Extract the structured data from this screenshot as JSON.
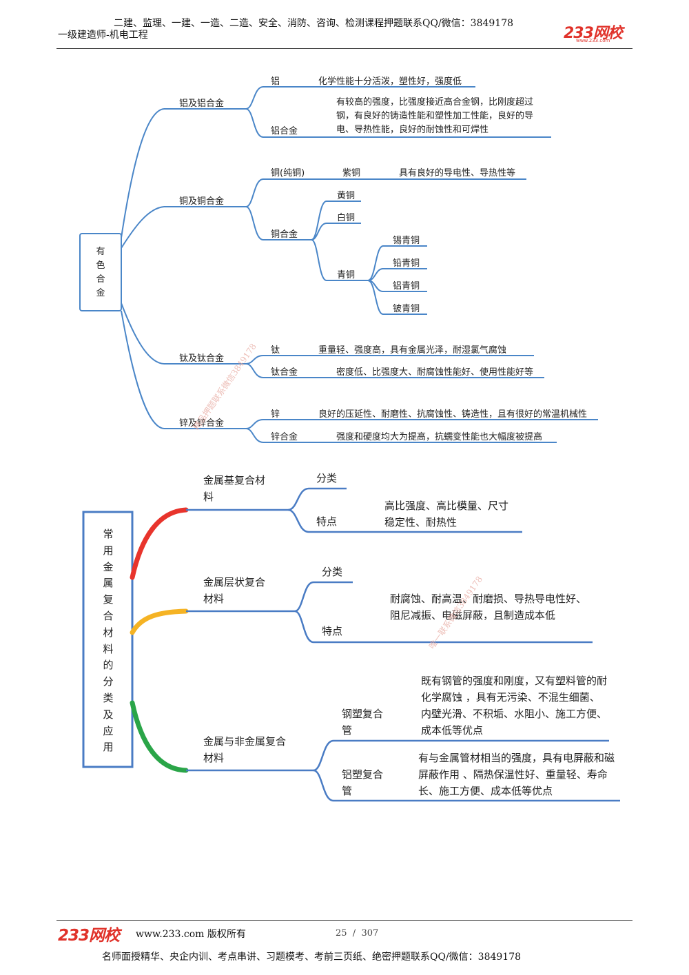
{
  "header": {
    "top_line": "二建、监理、一建、一造、二造、安全、消防、咨询、检测课程押题联系QQ/微信：3849178",
    "subtitle": "一级建造师-机电工程",
    "logo_text": "233网校",
    "logo_url": "www.233.com"
  },
  "diagram1": {
    "root": "有色合金",
    "aluminum": {
      "label": "铝及铝合金",
      "pure_label": "铝",
      "pure_desc": "化学性能十分活泼，塑性好，强度低",
      "alloy_label": "铝合金",
      "alloy_desc": "有较高的强度，比强度接近高合金钢，比刚度超过钢，有良好的铸造性能和塑性加工性能，良好的导电、导热性能，良好的耐蚀性和可焊性"
    },
    "copper": {
      "label": "铜及铜合金",
      "pure_label": "铜(纯铜)",
      "purple_label": "紫铜",
      "purple_desc": "具有良好的导电性、导热性等",
      "alloy_label": "铜合金",
      "brass": "黄铜",
      "white": "白铜",
      "bronze": "青铜",
      "bronze_types": [
        "锡青铜",
        "铅青铜",
        "铝青铜",
        "铍青铜"
      ]
    },
    "titanium": {
      "label": "钛及钛合金",
      "pure_label": "钛",
      "pure_desc": "重量轻、强度高，具有金属光泽，耐湿氯气腐蚀",
      "alloy_label": "钛合金",
      "alloy_desc": "密度低、比强度大、耐腐蚀性能好、使用性能好等"
    },
    "zinc": {
      "label": "锌及锌合金",
      "pure_label": "锌",
      "pure_desc": "良好的压延性、耐磨性、抗腐蚀性、铸造性，且有很好的常温机械性",
      "alloy_label": "锌合金",
      "alloy_desc": "强度和硬度均大为提高，抗蠕变性能也大幅度被提高"
    }
  },
  "diagram2": {
    "root": "常用金属复合材料的分类及应用",
    "metal_matrix": {
      "label": "金属基复合材料",
      "cat_label": "分类",
      "feat_label": "特点",
      "feat_desc": "高比强度、高比模量、尺寸稳定性、耐热性"
    },
    "laminated": {
      "label": "金属层状复合材料",
      "cat_label": "分类",
      "feat_label": "特点",
      "feat_desc": "耐腐蚀、耐高温、耐磨损、导热导电性好、阻尼减振、电磁屏蔽，且制造成本低"
    },
    "metal_nonmetal": {
      "label": "金属与非金属复合材料",
      "steel_label": "钢塑复合管",
      "steel_desc": "既有钢管的强度和刚度，又有塑料管的耐化学腐蚀 ，具有无污染、不混生细菌、内壁光滑、不积垢、水阻小、施工方便、成本低等优点",
      "alu_label": "铝塑复合管",
      "alu_desc": "有与金属管材相当的强度，具有电屏蔽和磁屏蔽作用 、隔热保温性好、重量轻、寿命长、施工方便、成本低等优点"
    },
    "colors": {
      "red": "#e8342c",
      "yellow": "#f5b324",
      "green": "#2aa548",
      "blue": "#4a7cc4"
    }
  },
  "watermarks": [
    "精品押题联系微信3849178",
    "唯一联系微信3849178"
  ],
  "footer": {
    "logo_text": "233网校",
    "site": "www.233.com 版权所有",
    "page": "25  /  307",
    "bottom_line": "名师面授精华、央企内训、考点串讲、习题模考、考前三页纸、绝密押题联系QQ/微信：3849178"
  }
}
